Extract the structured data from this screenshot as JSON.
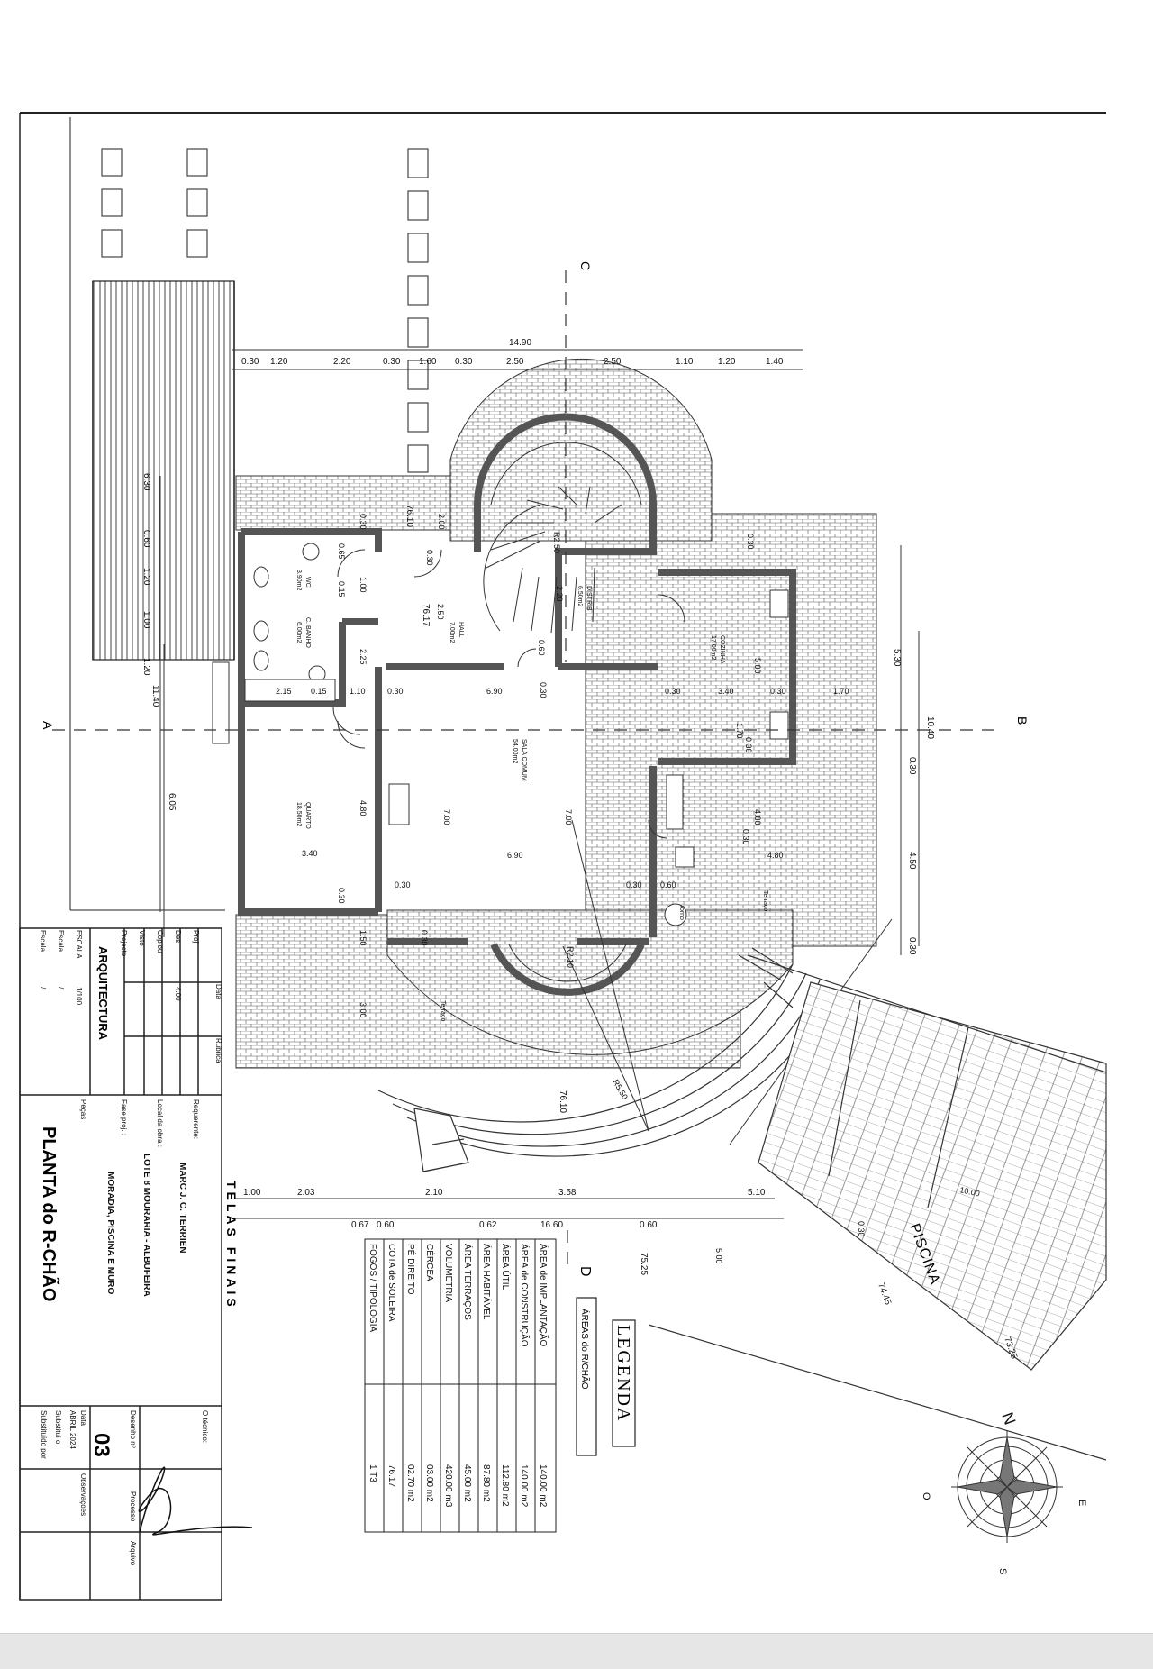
{
  "section_marks": {
    "a": "A",
    "b": "B",
    "c": "C",
    "d": "D"
  },
  "rooms": {
    "wc": "WC",
    "wc_area": "3.90m2",
    "c_banho": "C. BANHO",
    "c_banho_area": "6.00m2",
    "hall": "HALL",
    "hall_area": "7.00m2",
    "distrib": "DISTRIB",
    "distrib_area": "6.50m2",
    "cozinha": "COZINHA",
    "cozinha_area": "17.00m2",
    "sala": "SALA COMUM",
    "sala_area": "54.00m2",
    "quarto": "QUARTO",
    "quarto_area": "18.50m2",
    "terraco1": "Terraço",
    "terraco2": "Terraço",
    "forno": "forno",
    "piscina": "PISCINA"
  },
  "levels": {
    "l1": "76.10",
    "l2": "76.17",
    "l3": "76.10",
    "l4": "75.25",
    "l5": "74.45",
    "l6": "73.25"
  },
  "dims_top": {
    "total": "14.90",
    "d1": "0.30",
    "d2": "1.20",
    "d3": "2.20",
    "d4": "0.30",
    "d5": "1.60",
    "d6": "0.30",
    "d7": "2.50",
    "d8": "2.50",
    "d9": "1.10",
    "d10": "1.20",
    "d11": "1.40"
  },
  "dims_left": {
    "a": "6.30",
    "b": "0.60",
    "c": "1.20",
    "d": "1.00",
    "e": "1.20",
    "f": "11.40",
    "g": "6.05"
  },
  "dims_right": {
    "a": "5.30",
    "b": "10.40",
    "c": "0.30",
    "d": "4.50",
    "e": "0.30"
  },
  "dims_bottom": {
    "a": "1.00",
    "b": "2.03",
    "c": "2.10",
    "d": "3.58",
    "e": "5.10",
    "f": "0.67",
    "g": "0.60",
    "h": "0.62",
    "i": "16.60",
    "j": "0.60"
  },
  "dims_interior": {
    "i1": "0.30",
    "i2": "2.00",
    "i3": "0.30",
    "i4": "0.65",
    "i5": "1.00",
    "i6": "0.15",
    "i7": "2.50",
    "i8": "2.25",
    "i9": "2.15",
    "i10": "0.15",
    "i11": "1.10",
    "i12": "0.30",
    "i13": "6.90",
    "i14": "0.30",
    "i15": "0.30",
    "i16": "3.40",
    "i17": "0.30",
    "i18": "5.00",
    "i19": "0.60",
    "i20": "2.20",
    "i21": "R2.50",
    "i22": "4.80",
    "i23": "7.00",
    "i24": "7.00",
    "i25": "3.40",
    "i26": "6.90",
    "i27": "0.30",
    "i28": "0.30",
    "i29": "0.30",
    "i30": "R2.10",
    "i31": "4.80",
    "i32": "4.80",
    "i33": "0.60",
    "i34": "1.70",
    "i35": "0.30",
    "i36": "3.00",
    "i37": "1.50",
    "i38": "R5.50",
    "i39": "0.30",
    "i40": "0.30",
    "i41": "10.00",
    "i42": "5.00",
    "i43": "0.30",
    "i44": "1.70",
    "i45": "0.30"
  },
  "legend": {
    "title": "LEGENDA",
    "subtitle": "ÁREAS do R/CHÃO",
    "rows": [
      {
        "label": "ÁREA de IMPLANTAÇÃO",
        "value": "140.00 m2"
      },
      {
        "label": "ÁREA de CONSTRUÇÃO",
        "value": "140.00 m2"
      },
      {
        "label": "ÁREA ÚTIL",
        "value": "112.80 m2"
      },
      {
        "label": "ÁREA HABITÁVEL",
        "value": "87.80 m2"
      },
      {
        "label": "ÁREA TERRAÇOS",
        "value": "45.00 m2"
      },
      {
        "label": "VOLUMETRIA",
        "value": "420.00 m3"
      },
      {
        "label": "CÉRCEA",
        "value": "03.00 m2"
      },
      {
        "label": "PÉ DIREITO",
        "value": "02.70 m2"
      },
      {
        "label": "COTA de SOLEIRA",
        "value": "76.17"
      },
      {
        "label": "FOGOS / TIPOLOGIA",
        "value": "1 T3"
      }
    ]
  },
  "title_block": {
    "telas": "TELAS FINAIS",
    "data": "Data",
    "rubrica": "Rubrica",
    "proj": "Proj.",
    "des": "Des.",
    "copiou": "Copiou",
    "visto": "Visto",
    "projecto": "Projecto",
    "arquitectura": "ARQUITECTURA",
    "escala": "ESCALA",
    "escala_val": "1/100",
    "escala2": "Escala",
    "escala3": "Escala",
    "slash": "/",
    "date_val": "4.00",
    "requerente_label": "Requerente:",
    "requerente": "MARC J. C. TERRIEN",
    "local_label": "Local da obra :",
    "local": "LOTE 8 MOURARIA - ALBUFEIRA",
    "fase_label": "Fase proj. :",
    "fase": "MORADIA, PISCINA E MURO",
    "pecas": "Peças",
    "drawing_title": "PLANTA do R-CHÃO",
    "tecnico": "O técnico:",
    "desenho": "Desenho nº",
    "processo": "Processo",
    "arquivo": "Arquivo",
    "numero": "03",
    "data2": "Data",
    "data_val": "ABRIL 2024",
    "observacoes": "Observações",
    "substitui": "Substitui o",
    "substituido": "Substituído por"
  },
  "compass": {
    "n": "N",
    "e": "E",
    "s": "S",
    "o": "O"
  }
}
